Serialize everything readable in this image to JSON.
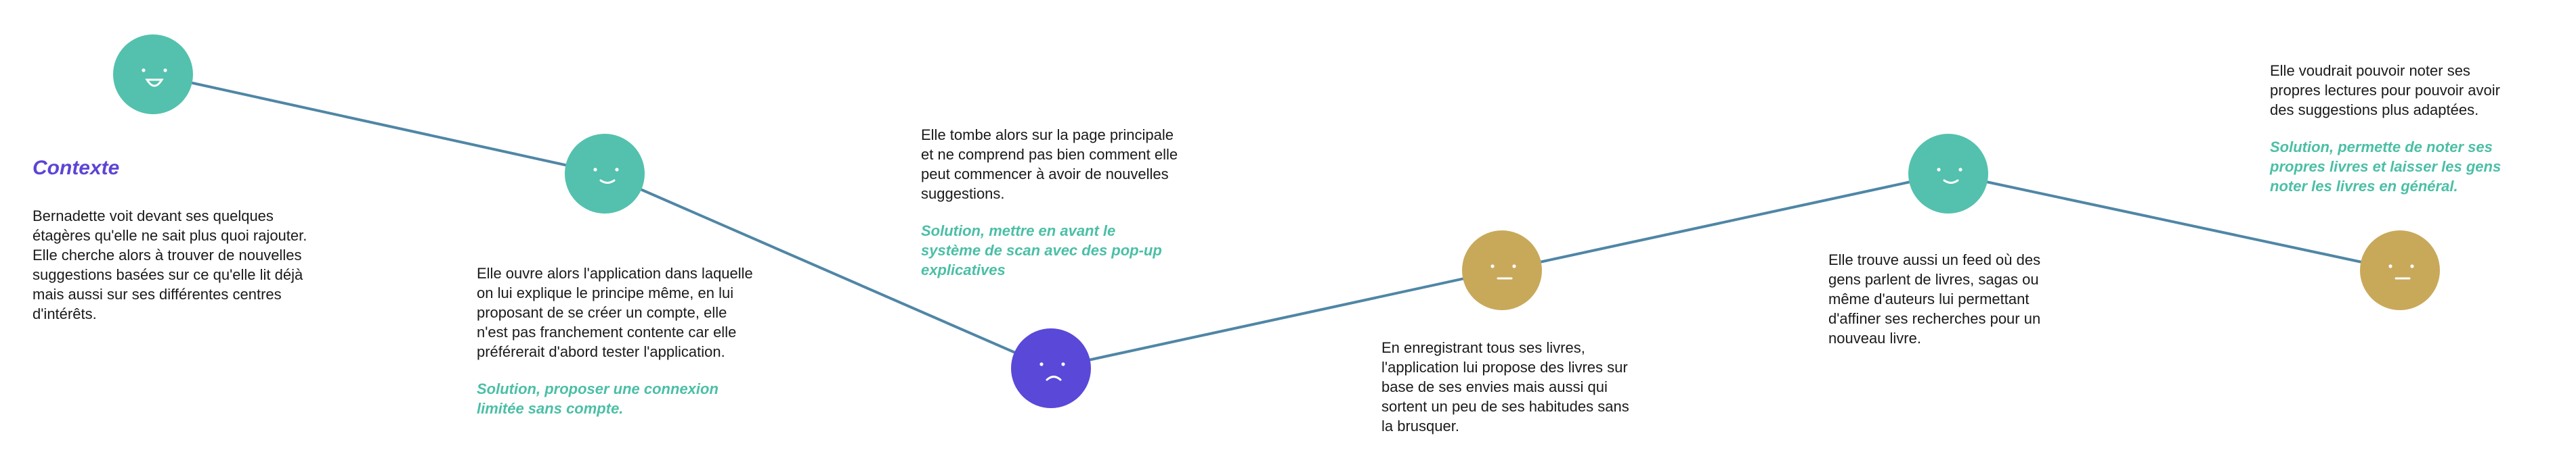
{
  "colors": {
    "line": "#4f86a6",
    "happy": "#53c1ad",
    "neutral": "#c8a95a",
    "sad": "#5a48d8",
    "solution": "#4bbfa6",
    "heading": "#5b45d6"
  },
  "heading": "Contexte",
  "steps": [
    {
      "mood": "happy",
      "face": "smile-face-icon",
      "text": "Bernadette voit devant ses quelques étagères qu'elle ne sait plus quoi rajouter. Elle cherche alors à trouver de nouvelles suggestions basées sur ce qu'elle lit déjà mais aussi sur ses différentes centres d'intérêts.",
      "solution": ""
    },
    {
      "mood": "happy",
      "face": "slight-smile-face-icon",
      "text": "Elle ouvre alors l'application dans laquelle on lui explique le principe même, en lui proposant de se créer un compte, elle n'est pas franchement contente car elle préférerait d'abord tester l'application.",
      "solution": "Solution, proposer une connexion limitée sans compte."
    },
    {
      "mood": "sad",
      "face": "sad-face-icon",
      "text": "Elle tombe alors sur la page principale et ne comprend pas bien comment elle peut commencer à avoir de nouvelles suggestions.",
      "solution": "Solution, mettre en avant le système de scan avec des pop-up explicatives"
    },
    {
      "mood": "neutral",
      "face": "neutral-face-icon",
      "text": "En enregistrant tous ses livres, l'application lui propose des livres sur base de ses envies mais aussi qui sortent un peu de ses habitudes sans la brusquer.",
      "solution": ""
    },
    {
      "mood": "happy",
      "face": "slight-smile-face-icon",
      "text": "Elle trouve aussi un feed où des gens parlent de livres, sagas ou même d'auteurs lui permettant d'affiner ses recherches pour un nouveau livre.",
      "solution": ""
    },
    {
      "mood": "neutral",
      "face": "neutral-face-icon",
      "text": "Elle voudrait pouvoir noter ses propres lectures pour pouvoir avoir des suggestions plus adaptées.",
      "solution": "Solution, permette de noter ses propres livres et laisser les gens noter les livres en général."
    }
  ]
}
